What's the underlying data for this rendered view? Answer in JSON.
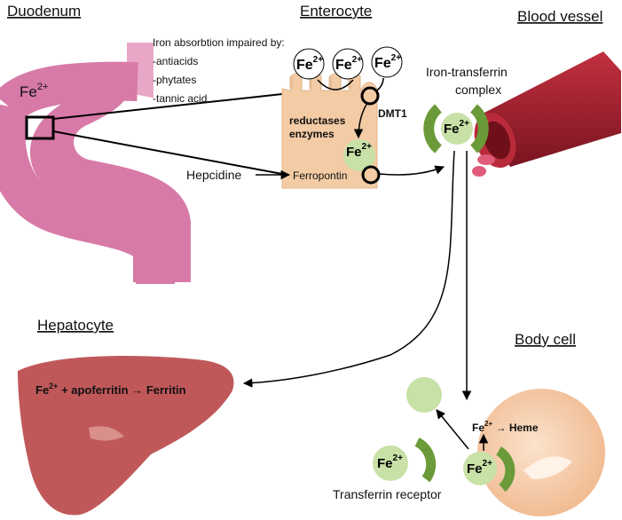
{
  "headings": {
    "duodenum": "Duodenum",
    "enterocyte": "Enterocyte",
    "blood_vessel": "Blood vessel",
    "hepatocyte": "Hepatocyte",
    "body_cell": "Body cell"
  },
  "iron_symbol": "Fe",
  "iron_charge": "2+",
  "absorption_note": {
    "title": "Iron absorbtion impaired by:",
    "items": [
      "-antiacids",
      "-phytates",
      "-tannic  acid"
    ]
  },
  "enterocyte": {
    "reductases_line1": "reductases",
    "reductases_line2": "enzymes",
    "dmt1": "DMT1",
    "ferroportin": "Ferropontin",
    "hepcidine": "Hepcidine"
  },
  "blood": {
    "complex_line1": "Iron-transferrin",
    "complex_line2": "complex"
  },
  "hepatocyte": {
    "reaction_part1": "+ apoferritin",
    "arrow": "→",
    "reaction_part2": "Ferritin"
  },
  "body_cell": {
    "heme_arrow": "→",
    "heme": "Heme",
    "receptor_label": "Transferrin receptor"
  },
  "colors": {
    "intestine": "#d87aa8",
    "enterocyte": "#f3cba4",
    "vessel": "#9c1f2c",
    "liver": "#c0585a",
    "body_cell": "#f4c7a3",
    "iron_green": "#c7e1a6",
    "transferrin": "#6b9a38"
  }
}
